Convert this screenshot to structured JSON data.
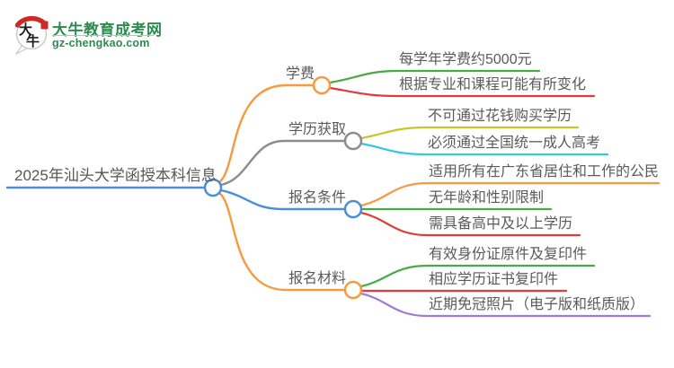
{
  "logo": {
    "title": "大牛教育成考网",
    "domain": "gz-chengkao.com",
    "icon_text_top": "大",
    "icon_text_bottom": "牛",
    "brand_color": "#2e8b4f",
    "seal_color": "#cc2a24"
  },
  "mindmap": {
    "root": {
      "label": "2025年汕头大学函授本科信息",
      "color": "#4a8fd3"
    },
    "branches": [
      {
        "label": "学费",
        "color": "#f79a3e",
        "children": [
          {
            "label": "每学年学费约5000元",
            "color": "#46ab46"
          },
          {
            "label": "根据专业和课程可能有所变化",
            "color": "#e03c3c"
          }
        ]
      },
      {
        "label": "学历获取",
        "color": "#8c8c8c",
        "children": [
          {
            "label": "不可通过花钱购买学历",
            "color": "#c9c32f"
          },
          {
            "label": "必须通过全国统一成人高考",
            "color": "#35c7e0"
          }
        ]
      },
      {
        "label": "报名条件",
        "color": "#4a8fd3",
        "children": [
          {
            "label": "适用所有在广东省居住和工作的公民",
            "color": "#f79a3e"
          },
          {
            "label": "无年龄和性别限制",
            "color": "#46ab46"
          },
          {
            "label": "需具备高中及以上学历",
            "color": "#e03c3c"
          }
        ]
      },
      {
        "label": "报名材料",
        "color": "#f79a3e",
        "children": [
          {
            "label": "有效身份证原件及复印件",
            "color": "#46ab46"
          },
          {
            "label": "相应学历证书复印件",
            "color": "#e03c3c"
          },
          {
            "label": "近期免冠照片（电子版和纸质版）",
            "color": "#9f7bd7"
          }
        ]
      }
    ]
  }
}
